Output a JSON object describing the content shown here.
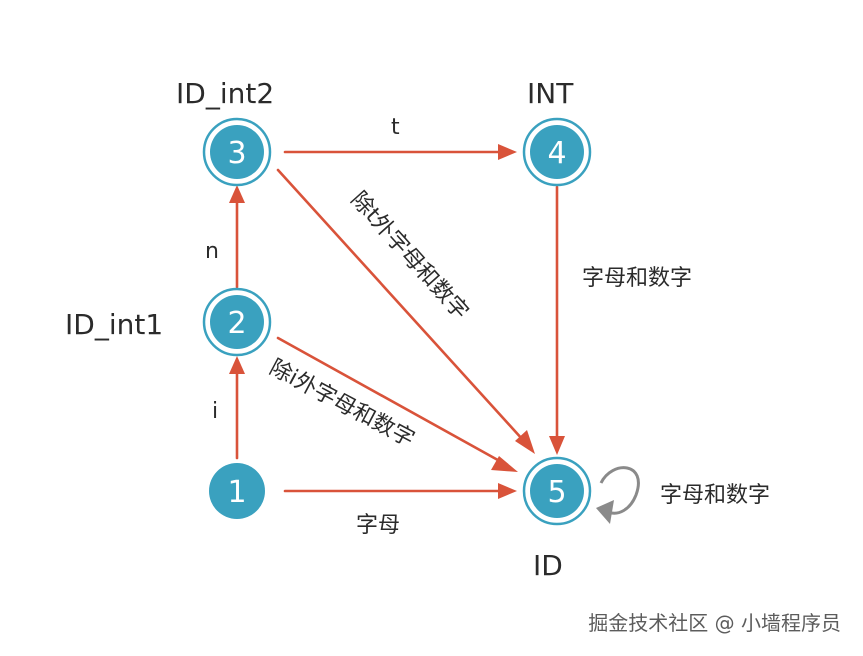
{
  "nodes": [
    {
      "id": "1",
      "label": ""
    },
    {
      "id": "2",
      "label": "ID_int1"
    },
    {
      "id": "3",
      "label": "ID_int2"
    },
    {
      "id": "4",
      "label": "INT"
    },
    {
      "id": "5",
      "label": "ID",
      "accepting": true
    }
  ],
  "edges": [
    {
      "from": "1",
      "to": "2",
      "label": "i"
    },
    {
      "from": "2",
      "to": "3",
      "label": "n"
    },
    {
      "from": "3",
      "to": "4",
      "label": "t"
    },
    {
      "from": "1",
      "to": "5",
      "label": "字母"
    },
    {
      "from": "2",
      "to": "5",
      "label": "除i外字母和数字"
    },
    {
      "from": "3",
      "to": "5",
      "label": "除t外字母和数字"
    },
    {
      "from": "4",
      "to": "5",
      "label": "字母和数字"
    },
    {
      "from": "5",
      "to": "5",
      "label": "字母和数字"
    }
  ],
  "colors": {
    "node": "#3aa1bf",
    "edge": "#d9533a",
    "self_loop": "#8a8a8a"
  },
  "watermark": "掘金技术社区 @ 小墙程序员"
}
